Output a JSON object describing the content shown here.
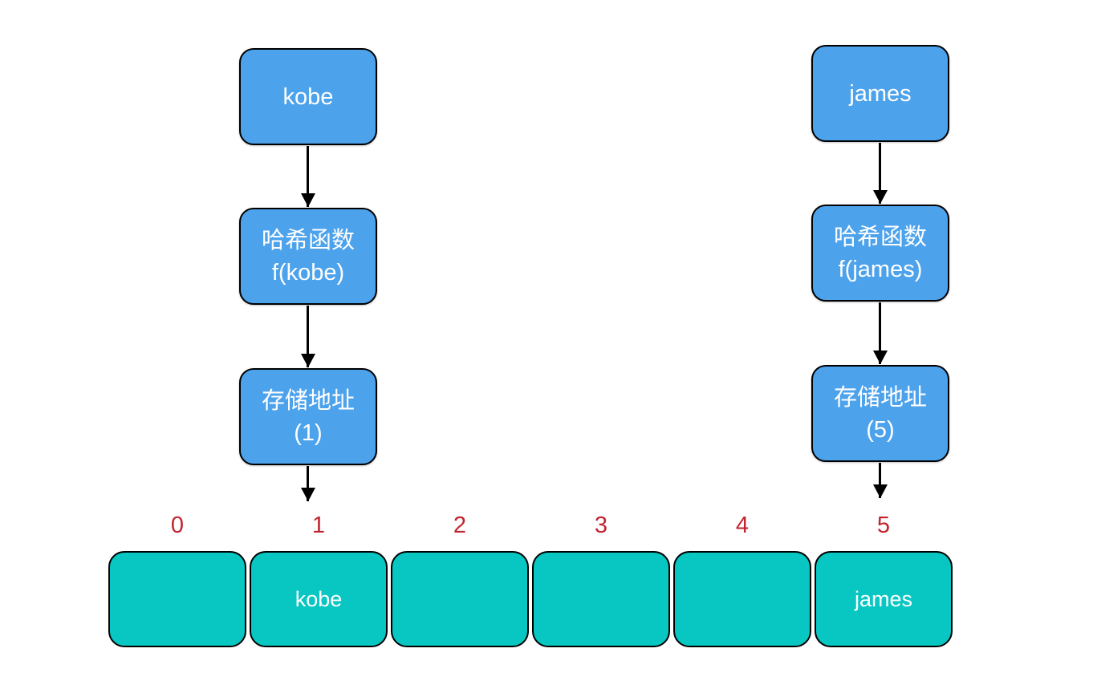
{
  "flows": [
    {
      "input": "kobe",
      "hash_function": {
        "line1": "哈希函数",
        "line2": "f(kobe)"
      },
      "storage_address": {
        "line1": "存储地址",
        "line2": "(1)"
      }
    },
    {
      "input": "james",
      "hash_function": {
        "line1": "哈希函数",
        "line2": "f(james)"
      },
      "storage_address": {
        "line1": "存储地址",
        "line2": "(5)"
      }
    }
  ],
  "hash_table": {
    "indices": [
      "0",
      "1",
      "2",
      "3",
      "4",
      "5"
    ],
    "cells": [
      "",
      "kobe",
      "",
      "",
      "",
      "james"
    ]
  },
  "colors": {
    "node_fill": "#4da2ec",
    "cell_fill": "#08c6c1",
    "index_color": "#c2242e",
    "border": "#000000",
    "node_text": "#ffffff",
    "cell_text": "#ffffff"
  }
}
